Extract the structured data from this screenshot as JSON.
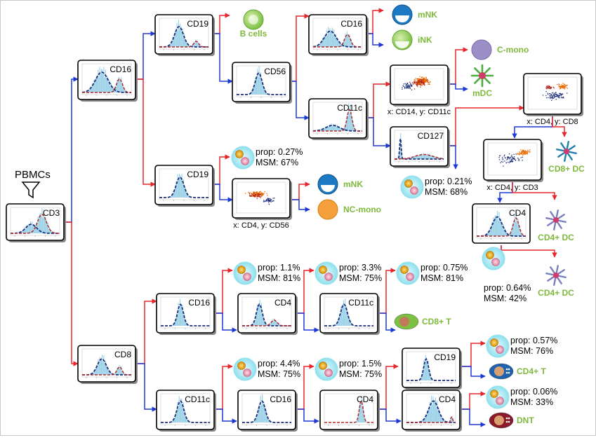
{
  "root": {
    "label": "PBMCs",
    "icon": "funnel-icon"
  },
  "colors": {
    "positive_branch": "#e8262a",
    "negative_branch": "#1e38d6",
    "cell_label": "#7fb93c",
    "histogram_fill": "#9fd3e8",
    "curve_blue": "#1e2d7a",
    "curve_red": "#b3292b"
  },
  "panels": [
    {
      "id": "CD3",
      "label": "CD3",
      "kind": "hist"
    },
    {
      "id": "CD16a",
      "label": "CD16",
      "kind": "hist"
    },
    {
      "id": "CD19a",
      "label": "CD19",
      "kind": "hist"
    },
    {
      "id": "CD16b",
      "label": "CD16",
      "kind": "hist"
    },
    {
      "id": "CD56",
      "label": "CD56",
      "kind": "hist"
    },
    {
      "id": "CD11ca",
      "label": "CD11c",
      "kind": "hist"
    },
    {
      "id": "SC14",
      "label": "",
      "kind": "scatter",
      "caption": "x: CD14, y: CD11c"
    },
    {
      "id": "CD127",
      "label": "CD127",
      "kind": "hist"
    },
    {
      "id": "SC48",
      "label": "",
      "kind": "scatter",
      "caption": "x: CD4, y: CD8"
    },
    {
      "id": "SC43",
      "label": "",
      "kind": "scatter",
      "caption": "x: CD4, y: CD3"
    },
    {
      "id": "CD4a",
      "label": "CD4",
      "kind": "hist"
    },
    {
      "id": "CD19b",
      "label": "CD19",
      "kind": "hist"
    },
    {
      "id": "SC456",
      "label": "",
      "kind": "scatter",
      "caption": "x: CD4, y: CD56"
    },
    {
      "id": "CD8",
      "label": "CD8",
      "kind": "hist"
    },
    {
      "id": "CD16c",
      "label": "CD16",
      "kind": "hist"
    },
    {
      "id": "CD4b",
      "label": "CD4",
      "kind": "hist"
    },
    {
      "id": "CD11cb",
      "label": "CD11c",
      "kind": "hist"
    },
    {
      "id": "CD11cc",
      "label": "CD11c",
      "kind": "hist"
    },
    {
      "id": "CD16d",
      "label": "CD16",
      "kind": "hist"
    },
    {
      "id": "CD4c",
      "label": "CD4",
      "kind": "hist"
    },
    {
      "id": "CD19c",
      "label": "CD19",
      "kind": "hist"
    },
    {
      "id": "CD4d",
      "label": "CD4",
      "kind": "hist"
    }
  ],
  "cell_types": [
    {
      "id": "bcells",
      "label": "B cells",
      "icon": "b-cell-icon"
    },
    {
      "id": "mnk1",
      "label": "mNK",
      "icon": "mnk-cell-icon"
    },
    {
      "id": "ink",
      "label": "iNK",
      "icon": "ink-cell-icon"
    },
    {
      "id": "cmono",
      "label": "C-mono",
      "icon": "c-mono-cell-icon"
    },
    {
      "id": "mdc",
      "label": "mDC",
      "icon": "mdc-cell-icon"
    },
    {
      "id": "cd8dc",
      "label": "CD8+ DC",
      "icon": "dendritic-cell-icon"
    },
    {
      "id": "cd4dc1",
      "label": "CD4+ DC",
      "icon": "dendritic-cell-icon"
    },
    {
      "id": "cd4dc2",
      "label": "CD4+ DC",
      "icon": "dendritic-cell-icon"
    },
    {
      "id": "mnk2",
      "label": "mNK",
      "icon": "mnk-cell-icon"
    },
    {
      "id": "ncmono",
      "label": "NC-mono",
      "icon": "nc-mono-cell-icon"
    },
    {
      "id": "cd8t",
      "label": "CD8+ T",
      "icon": "t-cell-icon"
    },
    {
      "id": "cd4t",
      "label": "CD4+ T",
      "icon": "t-cell-icon"
    },
    {
      "id": "dnt",
      "label": "DNT",
      "icon": "t-cell-icon"
    }
  ],
  "unresolved": [
    {
      "id": "u1",
      "prop": "prop: 0.27%",
      "msm": "MSM: 67%"
    },
    {
      "id": "u2",
      "prop": "prop: 0.21%",
      "msm": "MSM: 68%"
    },
    {
      "id": "u3",
      "prop": "prop: 0.64%",
      "msm": "MSM: 42%"
    },
    {
      "id": "u4",
      "prop": "prop: 1.1%",
      "msm": "MSM: 81%"
    },
    {
      "id": "u5",
      "prop": "prop: 3.3%",
      "msm": "MSM: 75%"
    },
    {
      "id": "u6",
      "prop": "prop: 0.75%",
      "msm": "MSM: 81%"
    },
    {
      "id": "u7",
      "prop": "prop: 4.4%",
      "msm": "MSM: 75%"
    },
    {
      "id": "u8",
      "prop": "prop: 1.5%",
      "msm": "MSM: 75%"
    },
    {
      "id": "u9",
      "prop": "prop: 0.57%",
      "msm": "MSM: 76%"
    },
    {
      "id": "u10",
      "prop": "prop: 0.06%",
      "msm": "MSM: 33%"
    }
  ]
}
